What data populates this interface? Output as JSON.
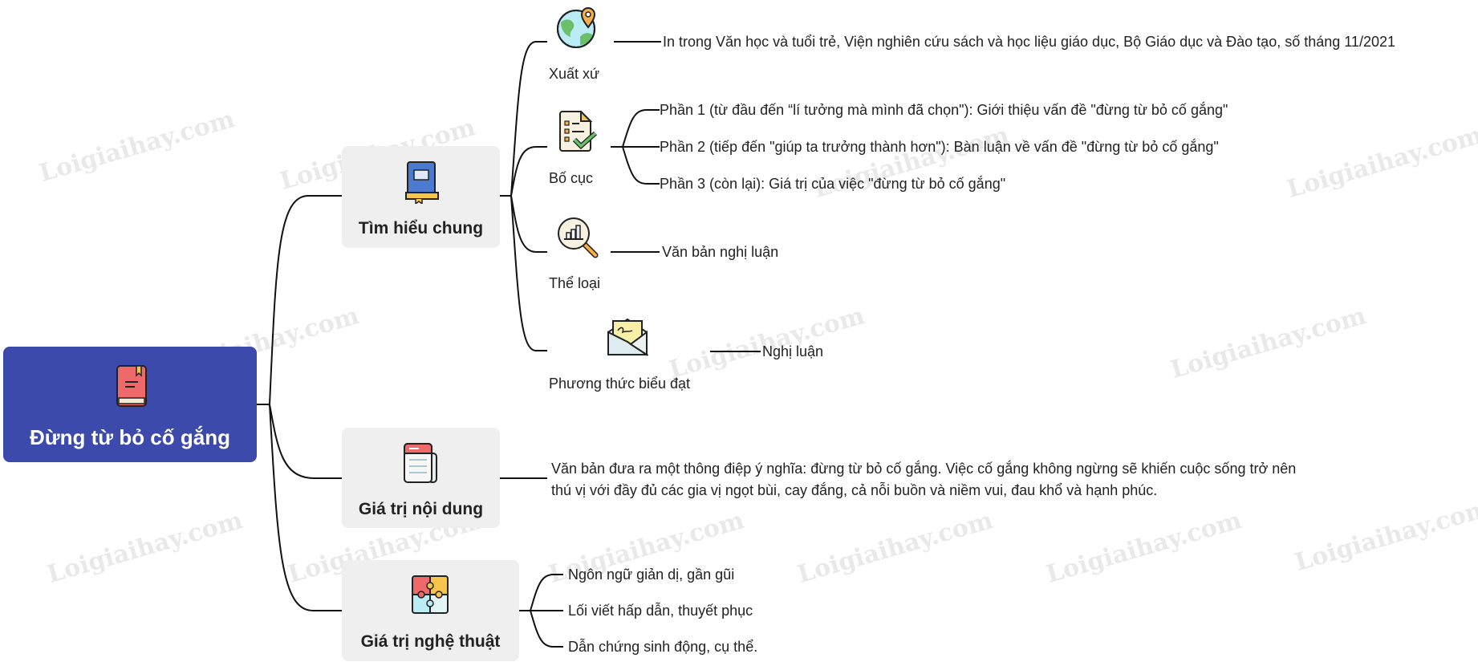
{
  "watermark": "Loigiaihay.com",
  "root": {
    "title": "Đừng từ bỏ cố gắng",
    "icon": "book-icon"
  },
  "branches": {
    "general": {
      "label": "Tìm hiểu chung",
      "icon": "book-stack-icon",
      "origin": {
        "label": "Xuất xứ",
        "icon": "globe-pin-icon",
        "text": "In trong Văn học và tuổi trẻ, Viện nghiên cứu sách và học liệu giáo dục, Bộ Giáo dục và Đào tạo, số tháng 11/2021"
      },
      "layout": {
        "label": "Bố cục",
        "icon": "checklist-icon",
        "parts": [
          "Phần 1 (từ đầu đến “lí tưởng mà mình đã chọn\"): Giới thiệu vấn đề \"đừng từ bỏ cố gắng\"",
          "Phần 2 (tiếp đến \"giúp ta trưởng thành hơn\"): Bàn luận về vấn đề \"đừng từ bỏ cố gắng\"",
          "Phần 3 (còn lại): Giá trị của việc \"đừng từ bỏ cố gắng\""
        ]
      },
      "genre": {
        "label": "Thể loại",
        "icon": "magnifier-chart-icon",
        "text": "Văn bản nghị luận"
      },
      "mode": {
        "label": "Phương thức biểu đạt",
        "icon": "envelope-icon",
        "text": "Nghị luận"
      }
    },
    "content": {
      "label": "Giá trị nội dung",
      "icon": "document-icon",
      "lines": [
        "Văn bản đưa ra một thông điệp ý nghĩa: đừng từ bỏ cố gắng. Việc cố gắng không ngừng sẽ khiến cuộc sống trở nên",
        "thú vị với đầy đủ các gia vị ngọt bùi, cay đắng, cả nỗi buồn và niềm vui, đau khổ và hạnh phúc."
      ]
    },
    "art": {
      "label": "Giá trị nghệ thuật",
      "icon": "puzzle-icon",
      "items": [
        "Ngôn ngữ giản dị, gần gũi",
        "Lối viết hấp dẫn, thuyết phục",
        "Dẫn chứng sinh động, cụ thể."
      ]
    }
  },
  "colors": {
    "root_bg": "#3b4aab",
    "node_bg": "#efefef",
    "line": "#111111"
  }
}
